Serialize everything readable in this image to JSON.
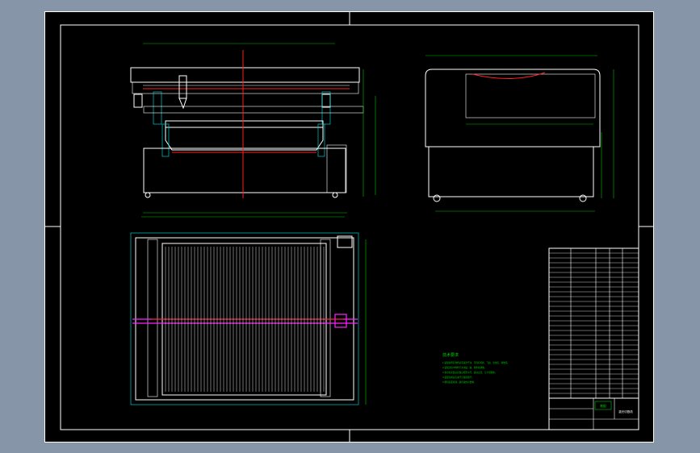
{
  "title_block": {
    "drawing_label": "激光切割机",
    "scale_box": "装配"
  },
  "tech_requirements": {
    "heading": "技术要求",
    "lines": [
      "1.装配前所有零件必须清洗干净，不得有毛刺、飞边、氧化皮、锈蚀等。",
      "2.装配过程中零件不允许磕、碰、划伤和锈蚀。",
      "3.各导轨安装后应保证相互平行，运动灵活，无卡滞现象。",
      "4.装配完成后应进行空载试运行。",
      "5.整机表面喷漆，颜色按用户要求。"
    ]
  },
  "colors": {
    "sheet": "#000000",
    "background": "#8795a9",
    "lines": "#ffffff",
    "dims": "#00c000",
    "centerline": "#ff2020",
    "highlight": "#ff20ff",
    "parts": "#00c8c8"
  }
}
